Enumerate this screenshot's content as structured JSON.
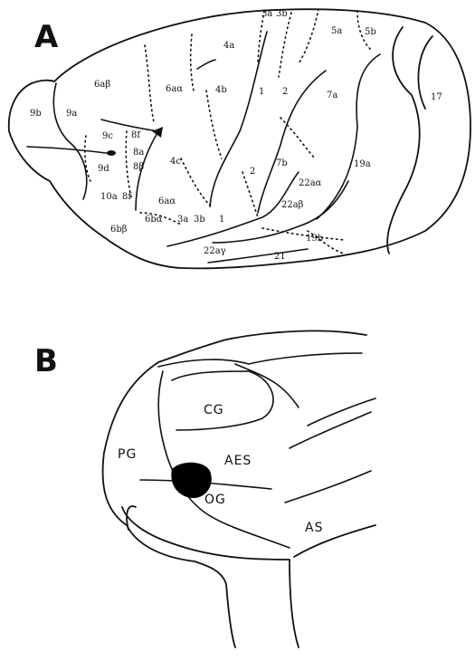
{
  "panels": {
    "a": {
      "letter": "A",
      "areas": [
        "3a",
        "3b",
        "5a",
        "5b",
        "4a",
        "6aβ",
        "6aα",
        "4b",
        "1",
        "2",
        "7a",
        "17",
        "9b",
        "9a",
        "8f",
        "9c",
        "8a",
        "8β",
        "9d",
        "4c",
        "2",
        "7b",
        "19a",
        "22aα",
        "22aβ",
        "10a",
        "8f",
        "6aα",
        "6bα",
        "3a",
        "3b",
        "1",
        "6bβ",
        "19b",
        "22aγ",
        "21"
      ]
    },
    "b": {
      "letter": "B",
      "sulci": [
        "CG",
        "PG",
        "AES",
        "OG",
        "AS"
      ]
    }
  },
  "colors": {
    "ink": "#111111",
    "background": "#ffffff"
  }
}
